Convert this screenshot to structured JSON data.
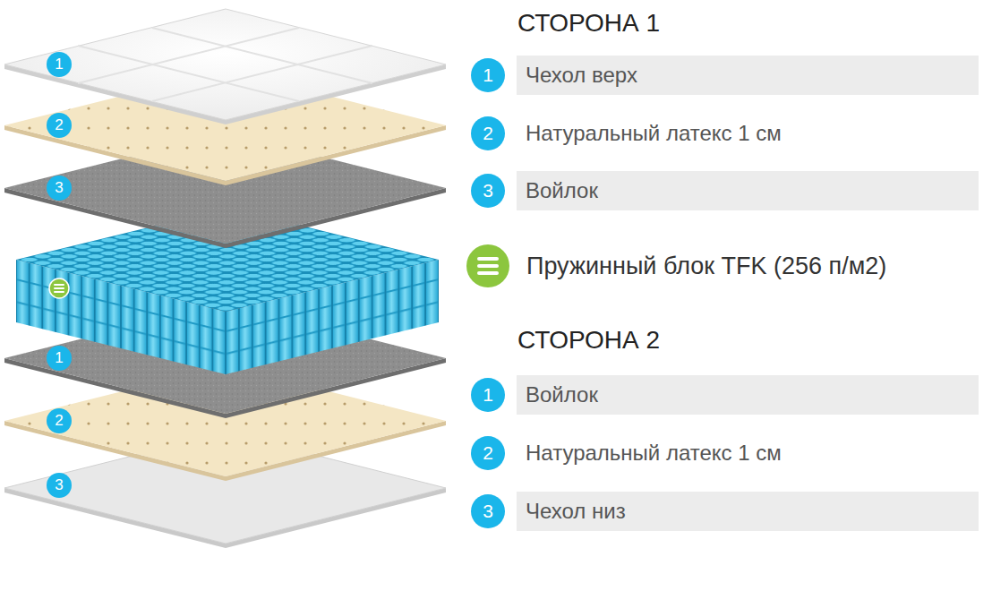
{
  "diagram": {
    "nodes": [
      {
        "text": [
          "1"
        ]
      },
      {
        "text": [
          "2"
        ]
      },
      {
        "text": [
          "3"
        ]
      },
      {
        "text": [
          "1"
        ]
      },
      {
        "text": [
          "2"
        ]
      },
      {
        "text": [
          "3"
        ]
      },
      {
        "text": [
          "1"
        ]
      },
      {
        "text": [
          "Чехол верх"
        ]
      },
      {
        "text": [
          "2"
        ]
      },
      {
        "text": [
          "Натуральный латекс 1 см"
        ]
      },
      {
        "text": [
          "3"
        ]
      },
      {
        "text": [
          "Войлок"
        ]
      },
      {
        "text": [
          "1"
        ]
      },
      {
        "text": [
          "Войлок"
        ]
      },
      {
        "text": [
          "2"
        ]
      },
      {
        "text": [
          "Натуральный латекс 1 см"
        ]
      },
      {
        "text": [
          "3"
        ]
      },
      {
        "text": [
          "Чехол низ"
        ]
      }
    ],
    "labels": [
      "СТОРОНА 1",
      "Пружинный блок TFK (256 п/м2)",
      "СТОРОНА 2"
    ]
  }
}
